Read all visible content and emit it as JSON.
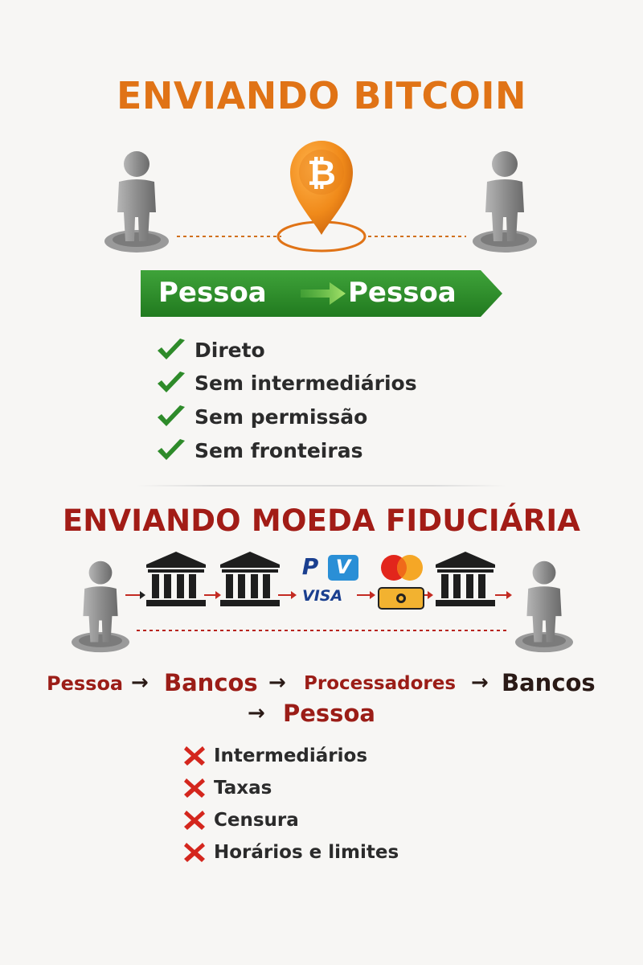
{
  "bitcoin": {
    "title": "ENVIANDO BITCOIN",
    "banner": {
      "from": "Pessoa",
      "to": "Pessoa"
    },
    "benefits": [
      "Direto",
      "Sem intermediários",
      "Sem permissão",
      "Sem fronteiras"
    ],
    "icons": [
      "person-icon",
      "bitcoin-location-pin-icon",
      "person-icon",
      "checkmark-icon"
    ]
  },
  "fiat": {
    "title": "ENVIANDO MOEDA FIDUCIÁRIA",
    "processor_logos": {
      "visa": "VISA",
      "paypal": "P",
      "venmo": "V"
    },
    "flow": {
      "step1": "Pessoa",
      "step2": "Bancos",
      "step3": "Processadores",
      "step4": "Bancos",
      "step5": "Pessoa",
      "arrow": "→"
    },
    "drawbacks": [
      "Intermediários",
      "Taxas",
      "Censura",
      "Horários e limites"
    ],
    "icons": [
      "person-icon",
      "bank-icon",
      "paypal-icon",
      "venmo-icon",
      "visa-icon",
      "mastercard-icon",
      "card-icon",
      "cross-icon"
    ]
  },
  "colors": {
    "bitcoin_orange": "#e07316",
    "banner_green": "#2f8f2b",
    "check_green": "#2e8b2a",
    "fiat_red": "#a21c16",
    "cross_red": "#d4261d",
    "person_gray": "#8a8a8a"
  }
}
